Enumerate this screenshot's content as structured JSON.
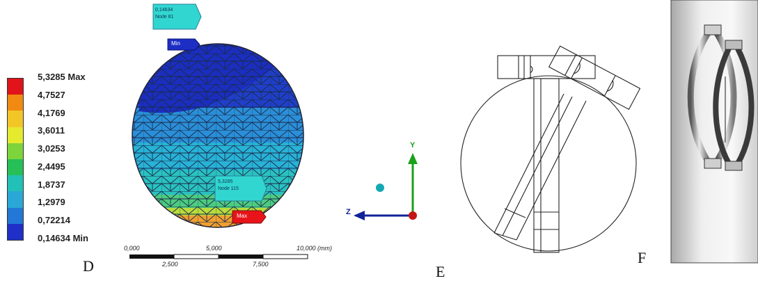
{
  "legend": {
    "entries": [
      "5,3285 Max",
      "4,7527",
      "4,1769",
      "3,6011",
      "3,0253",
      "2,4495",
      "1,8737",
      "1,2979",
      "0,72214",
      "0,14634 Min"
    ],
    "colors": [
      "#e0141a",
      "#f08a12",
      "#f3c628",
      "#e6ea2e",
      "#7ed43b",
      "#27bf57",
      "#22c0b6",
      "#2aa7d6",
      "#2377d5",
      "#1f2fc8"
    ]
  },
  "probes": {
    "min_value": "0,14634",
    "min_node": "Node 81",
    "min_tag": "Min",
    "max_value": "5,3285",
    "max_node": "Node 115",
    "max_tag": "Max"
  },
  "axes": {
    "y": "Y",
    "z": "Z"
  },
  "scale_bar": {
    "top_labels": [
      "0,000",
      "5,000",
      "10,000 (mm)"
    ],
    "bottom_labels": [
      "2,500",
      "7,500"
    ]
  },
  "panels": {
    "d": "D",
    "e": "E",
    "f": "F"
  },
  "colors": {
    "mesh_line": "#1a2a4a",
    "max_tag": "#e8141a",
    "min_tag": "#1c2ec4",
    "probe_tag": "#32d6d0"
  }
}
